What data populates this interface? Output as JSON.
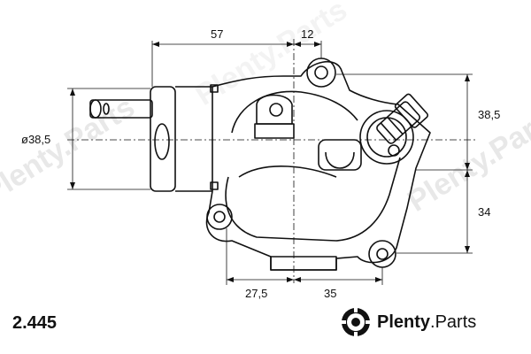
{
  "part_number": "2.445",
  "brand": {
    "name_bold": "Plenty",
    "name_rest": ".Parts"
  },
  "watermark": "Plenty.Parts",
  "dimensions": {
    "top_left_width": "57",
    "top_right_width": "12",
    "left_diameter": "ø38,5",
    "right_upper_height": "38,5",
    "right_lower_height": "34",
    "bottom_left_width": "27,5",
    "bottom_right_width": "35"
  },
  "colors": {
    "line": "#111111",
    "watermark": "#e8e8e8"
  }
}
